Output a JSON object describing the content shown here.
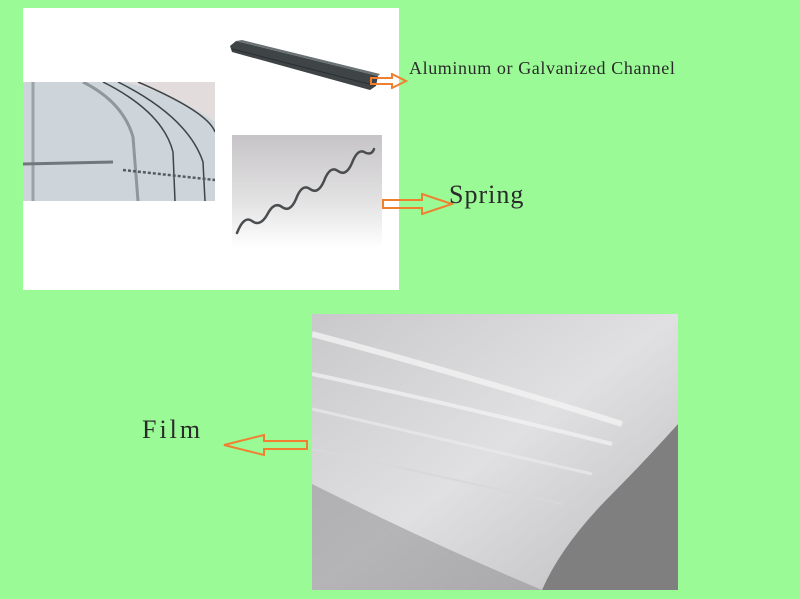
{
  "labels": {
    "channel": "Aluminum or Galvanized Channel",
    "spring": "Spring",
    "film": "Film"
  },
  "colors": {
    "background": "#9afa96",
    "arrow": "#f07f30",
    "text": "#2a2a2a"
  },
  "images": {
    "greenhouse": "greenhouse-frame-photo",
    "channel": "channel-photo",
    "spring": "spring-wire-photo",
    "film": "plastic-film-photo"
  }
}
